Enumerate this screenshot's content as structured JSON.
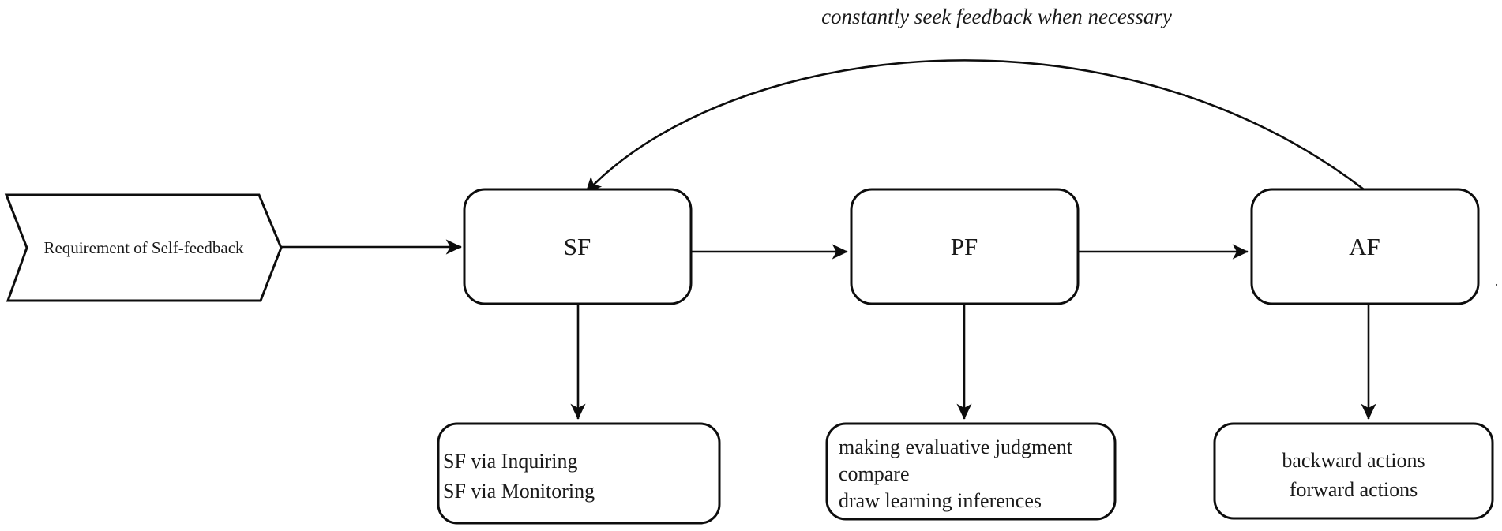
{
  "feedback_note": "constantly seek feedback when necessary",
  "banner": {
    "label": "Requirement of Self-feedback"
  },
  "nodes": [
    {
      "label": "SF"
    },
    {
      "label": "PF"
    },
    {
      "label": "AF"
    }
  ],
  "details": [
    {
      "lines": [
        "SF via Inquiring",
        "SF via Monitoring"
      ]
    },
    {
      "lines": [
        "making evaluative judgment",
        "compare",
        "draw learning inferences"
      ]
    },
    {
      "lines": [
        "backward actions",
        "forward actions"
      ]
    }
  ],
  "stray_mark": ".",
  "colors": {
    "stroke": "#0d0d0d",
    "text": "#1a1a1a",
    "background": "#ffffff"
  }
}
